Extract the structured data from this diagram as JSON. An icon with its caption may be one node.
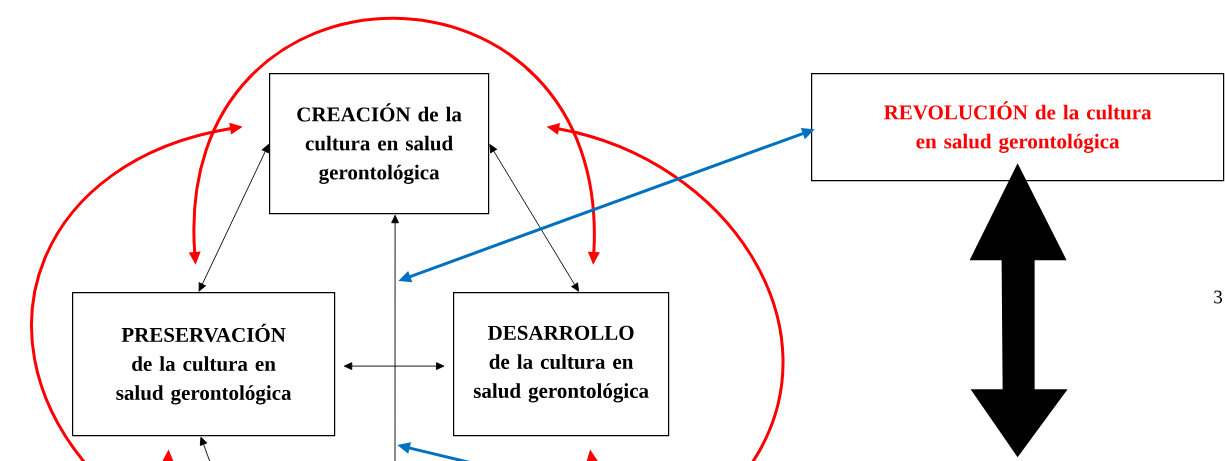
{
  "diagram": {
    "nodes": [
      {
        "text": [
          "CREACIÓN de la cultura en salud gerontológica"
        ]
      },
      {
        "text": [
          "REVOLUCIÓN de la cultura en salud gerontológica"
        ]
      },
      {
        "text": [
          "PRESERVACIÓN de la cultura en salud gerontológica"
        ]
      },
      {
        "text": [
          "DESARROLLO de la cultura en salud gerontológica"
        ]
      }
    ],
    "edges": [
      {
        "from": 0,
        "to": 2,
        "arrow": "both"
      },
      {
        "from": 0,
        "to": 3,
        "arrow": "both"
      },
      {
        "from": 2,
        "to": 3,
        "arrow": "both"
      },
      {
        "from": 2,
        "to": 3,
        "arrow": "both",
        "style": "thick",
        "color": "#ff0000"
      },
      {
        "from": null,
        "to": 0,
        "arrow": "to",
        "style": "thick",
        "color": "#ff0000"
      },
      {
        "from": null,
        "to": 0,
        "arrow": "to",
        "style": "thick",
        "color": "#ff0000"
      },
      {
        "from": null,
        "to": 0,
        "arrow": "to"
      },
      {
        "from": null,
        "to": 1,
        "arrow": "both",
        "style": "thick",
        "color": "#0070c0"
      },
      {
        "from": null,
        "to": 2,
        "arrow": "to",
        "style": "thick",
        "color": "#ff0000"
      },
      {
        "from": null,
        "to": 3,
        "arrow": "to",
        "style": "thick",
        "color": "#ff0000"
      },
      {
        "from": null,
        "to": 2,
        "arrow": "to"
      },
      {
        "from": null,
        "to": 1,
        "arrow": "both",
        "style": "thick"
      }
    ],
    "labels": [
      "3"
    ]
  }
}
